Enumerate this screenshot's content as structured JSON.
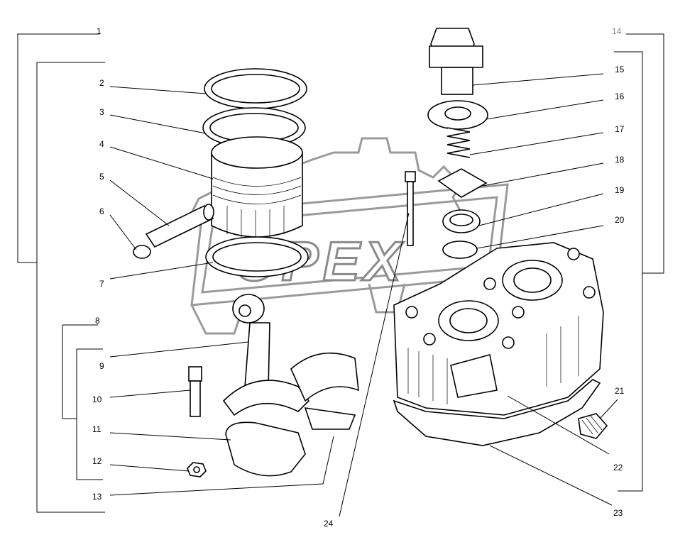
{
  "diagram": {
    "watermark": "OPEX",
    "callouts": [
      "1",
      "2",
      "3",
      "4",
      "5",
      "6",
      "7",
      "8",
      "9",
      "10",
      "11",
      "12",
      "13",
      "14",
      "15",
      "16",
      "17",
      "18",
      "19",
      "20",
      "21",
      "22",
      "23",
      "24"
    ],
    "colors": {
      "lines": "#000000",
      "watermark": "#9a9a9a",
      "background": "#ffffff"
    }
  }
}
